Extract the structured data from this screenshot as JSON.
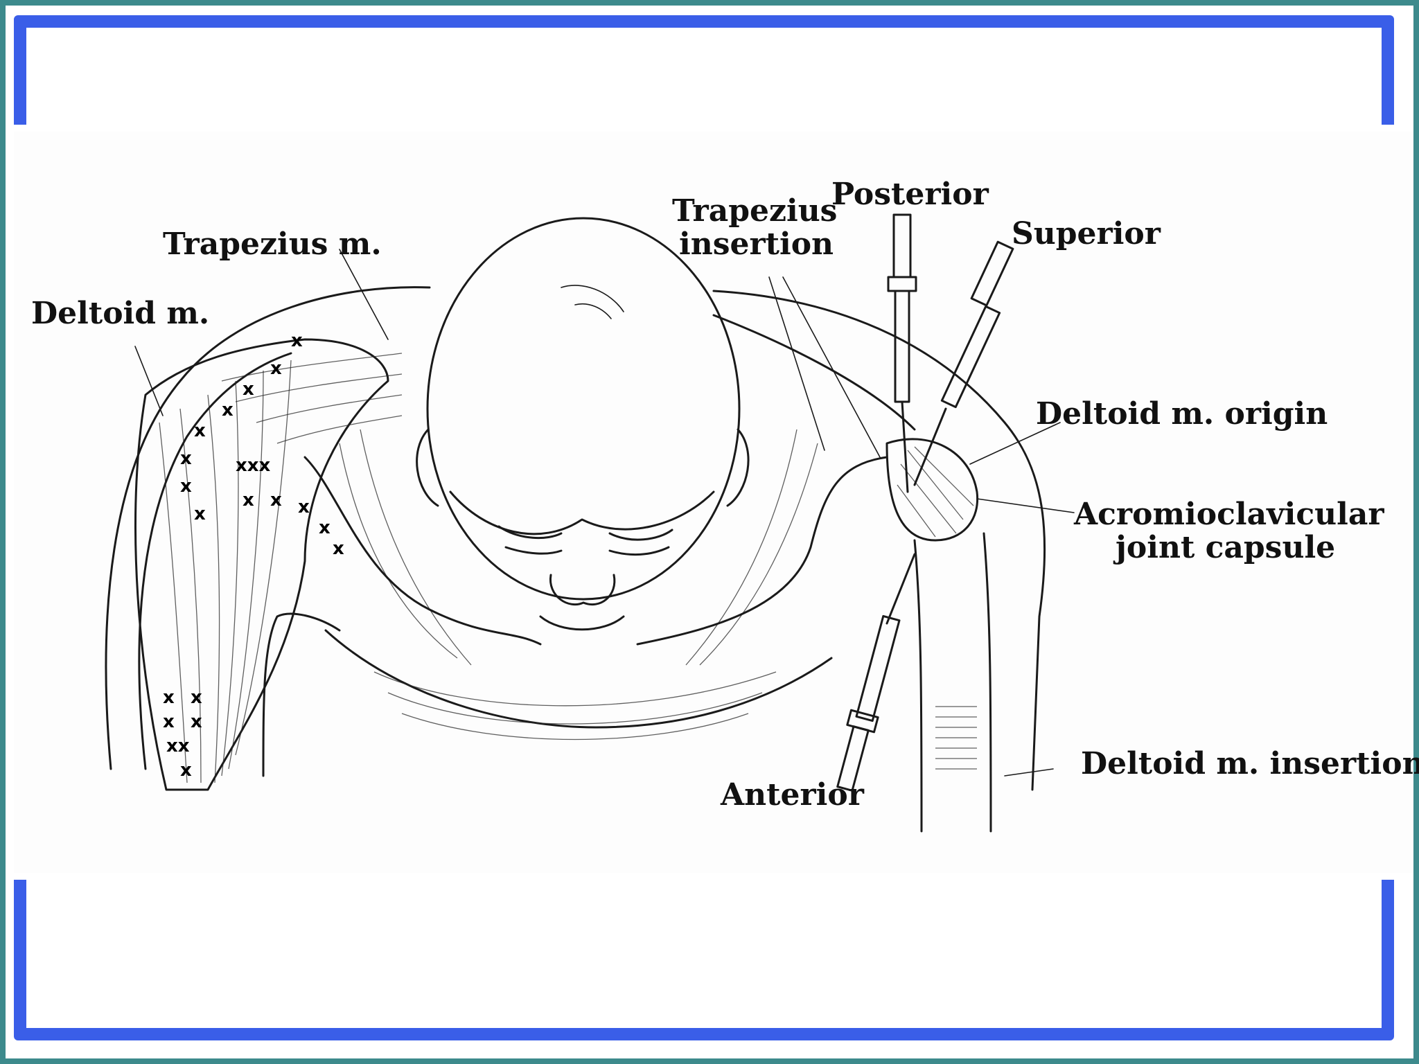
{
  "labels": {
    "trapezius_m": "Trapezius m.",
    "deltoid_m": "Deltoid m.",
    "trapezius_insertion_1": "Trapezius",
    "trapezius_insertion_2": "insertion",
    "posterior": "Posterior",
    "superior": "Superior",
    "deltoid_origin": "Deltoid m. origin",
    "ac_joint_1": "Acromioclavicular",
    "ac_joint_2": "joint capsule",
    "anterior": "Anterior",
    "deltoid_insertion": "Deltoid m. insertion"
  },
  "colors": {
    "outer_border": "#3d8a8c",
    "frame": "#3a5ee8",
    "ink": "#1a1a1a"
  }
}
